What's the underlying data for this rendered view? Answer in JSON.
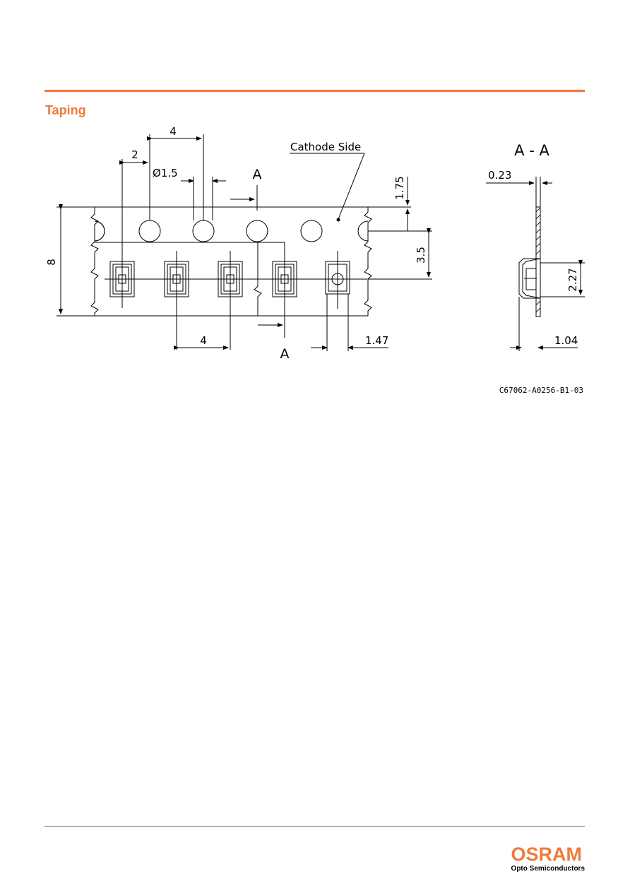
{
  "colors": {
    "accent": "#f07a3a",
    "line": "#000000"
  },
  "header": {
    "section_title": "Taping"
  },
  "drawing": {
    "labels": {
      "dim_pitch_top": "4",
      "dim_half_pitch": "2",
      "dim_hole_dia": "Ø1.5",
      "section_marker_top": "A",
      "section_marker_bottom": "A",
      "cathode_side": "Cathode Side",
      "dim_edge_hole": "1.75",
      "dim_row_distance": "3.5",
      "dim_tape_width": "8",
      "dim_pitch_bottom": "4",
      "dim_pocket_width": "1.47"
    },
    "section_view": {
      "title": "A - A",
      "dim_thickness": "0.23",
      "dim_pocket_depth": "2.27",
      "dim_component": "1.04"
    }
  },
  "footer": {
    "document_id": "C67062-A0256-B1-03",
    "brand": "OSRAM",
    "brand_sub": "Opto Semiconductors"
  }
}
